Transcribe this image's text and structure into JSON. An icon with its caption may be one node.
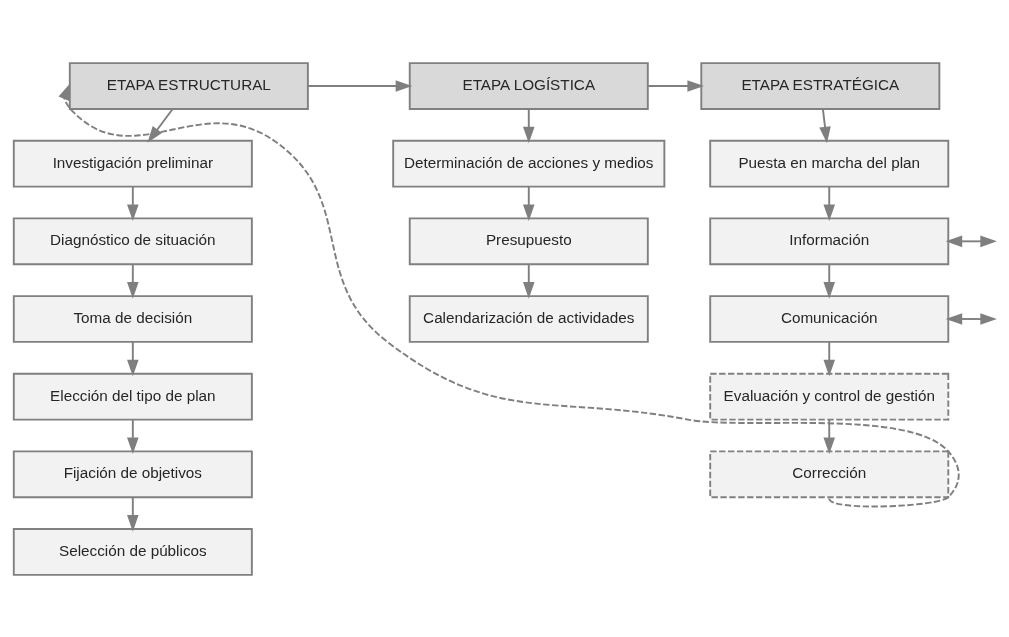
{
  "diagram": {
    "nodes": [
      {
        "text": [
          "ETAPA ESTRUCTURAL"
        ]
      },
      {
        "text": [
          "ETAPA LOGÍSTICA"
        ]
      },
      {
        "text": [
          "ETAPA ESTRATÉGICA"
        ]
      },
      {
        "text": [
          "Investigación preliminar"
        ]
      },
      {
        "text": [
          "Diagnóstico de situación"
        ]
      },
      {
        "text": [
          "Toma de decisión"
        ]
      },
      {
        "text": [
          "Elección del tipo de plan"
        ]
      },
      {
        "text": [
          "Fijación de objetivos"
        ]
      },
      {
        "text": [
          "Selección de públicos"
        ]
      },
      {
        "text": [
          "Determinación de acciones y medios"
        ]
      },
      {
        "text": [
          "Presupuesto"
        ]
      },
      {
        "text": [
          "Calendarización de actividades"
        ]
      },
      {
        "text": [
          "Puesta en marcha del plan"
        ]
      },
      {
        "text": [
          "Información"
        ]
      },
      {
        "text": [
          "Comunicación"
        ]
      },
      {
        "text": [
          "Evaluación y control de gestión"
        ]
      },
      {
        "text": [
          "Corrección"
        ]
      }
    ],
    "edges": [
      {
        "from": 0,
        "to": 1,
        "arrow": "to"
      },
      {
        "from": 1,
        "to": 2,
        "arrow": "to"
      },
      {
        "from": 0,
        "to": 3,
        "arrow": "to"
      },
      {
        "from": 3,
        "to": 4,
        "arrow": "to"
      },
      {
        "from": 4,
        "to": 5,
        "arrow": "to"
      },
      {
        "from": 5,
        "to": 6,
        "arrow": "to"
      },
      {
        "from": 6,
        "to": 7,
        "arrow": "to"
      },
      {
        "from": 7,
        "to": 8,
        "arrow": "to"
      },
      {
        "from": 1,
        "to": 9,
        "arrow": "to"
      },
      {
        "from": 9,
        "to": 10,
        "arrow": "to"
      },
      {
        "from": 10,
        "to": 11,
        "arrow": "to"
      },
      {
        "from": 2,
        "to": 12,
        "arrow": "to"
      },
      {
        "from": 12,
        "to": 13,
        "arrow": "to"
      },
      {
        "from": 13,
        "to": 14,
        "arrow": "to"
      },
      {
        "from": 14,
        "to": 15,
        "arrow": "to"
      },
      {
        "from": 15,
        "to": 16,
        "arrow": "to"
      },
      {
        "from": 13,
        "to": null,
        "arrow": "both"
      },
      {
        "from": 14,
        "to": null,
        "arrow": "both"
      },
      {
        "from": 16,
        "to": 0,
        "arrow": "to",
        "style": "dashed"
      }
    ]
  }
}
